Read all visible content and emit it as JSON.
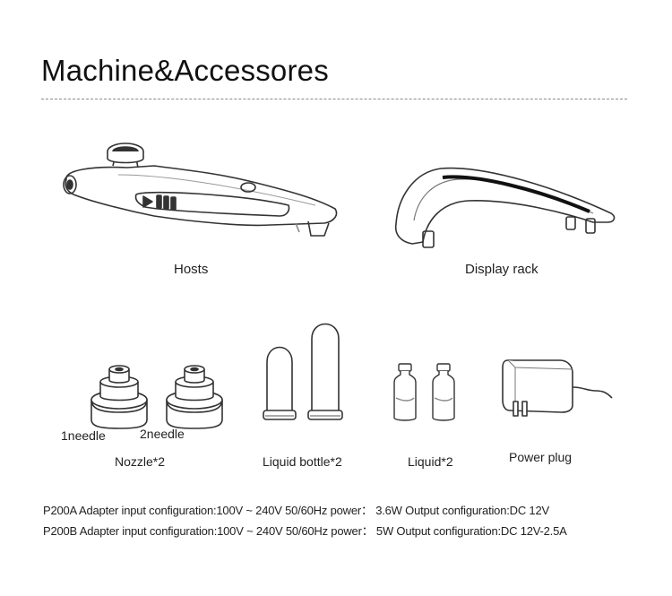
{
  "header": {
    "title": "Machine&Accessores"
  },
  "products": {
    "host": {
      "label": "Hosts",
      "icon": "pen-device-icon"
    },
    "rack": {
      "label": "Display rack",
      "icon": "display-rack-icon"
    },
    "nozzle": {
      "label": "Nozzle*2",
      "left_caption": "1needle",
      "right_caption": "2needle",
      "icon": "nozzle-icon"
    },
    "liquid_bottle": {
      "label": "Liquid bottle*2",
      "icon": "liquid-bottle-icon"
    },
    "liquid": {
      "label": "Liquid*2",
      "icon": "vial-icon"
    },
    "power": {
      "label": "Power plug",
      "icon": "power-adapter-icon"
    }
  },
  "specs": [
    "P200A Adapter input configuration:100V ~ 240V 50/60Hz power： 3.6W Output configuration:DC  12V",
    "P200B Adapter input configuration:100V ~ 240V 50/60Hz power： 5W Output configuration:DC 12V-2.5A"
  ],
  "colors": {
    "line": "#333333",
    "accent_gray": "#9a9a9a",
    "dashed_rule": "#8a8a8a"
  }
}
